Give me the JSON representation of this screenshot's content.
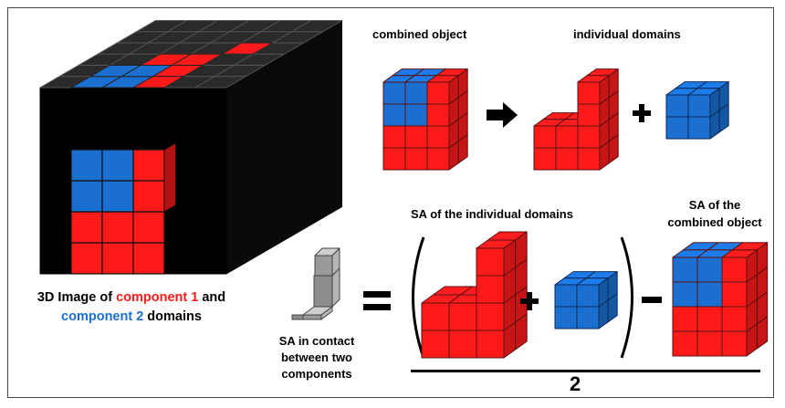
{
  "colors": {
    "component1": "#ff1a1a",
    "component2": "#1a6fd1",
    "matrix": "#000000",
    "contact": "#999999"
  },
  "caption": {
    "prefix": "3D Image of ",
    "component1": "component 1",
    "middle": " and",
    "component2": "component 2",
    "suffix": " domains"
  },
  "header_combined": "combined object",
  "header_individual": "individual domains",
  "header_sa_individual": "SA of the individual domains",
  "header_sa_combined_line1": "SA of the",
  "header_sa_combined_line2": "combined object",
  "contact_label": [
    "SA in contact",
    "between two",
    "components"
  ],
  "equals_symbol": "=",
  "plus_symbol": "+",
  "minus_symbol": "−",
  "arrow_symbol": "→",
  "denominator": "2"
}
